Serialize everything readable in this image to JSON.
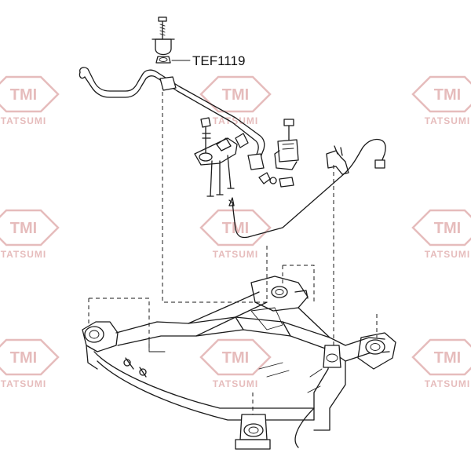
{
  "callout": {
    "part_number": "TEF1119"
  },
  "watermark": {
    "logo_text": "TMI",
    "brand_text": "TATSUMI",
    "color": "#e6bcbc"
  },
  "colors": {
    "line": "#1a1a1a",
    "background": "#ffffff"
  }
}
